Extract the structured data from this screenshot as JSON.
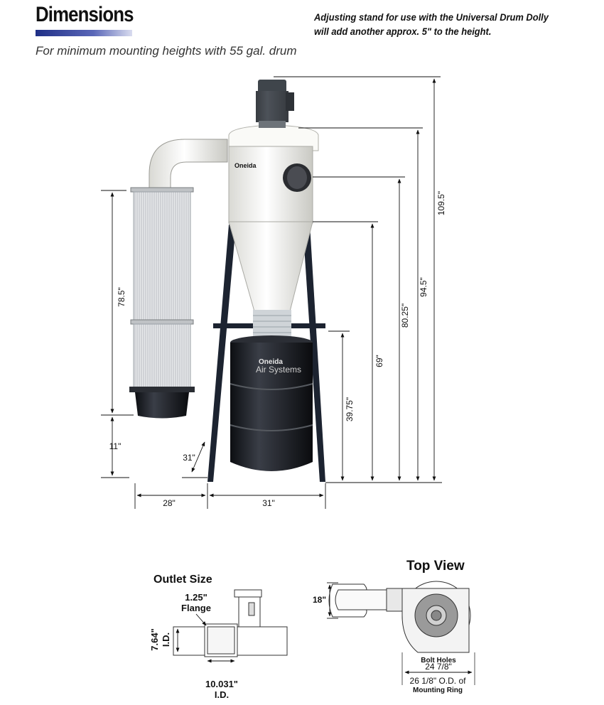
{
  "header": {
    "title": "Dimensions",
    "subtitle": "For minimum mounting heights with 55 gal. drum",
    "note": "Adjusting stand for use with the Universal Drum Dolly will add another approx. 5\" to the height."
  },
  "main_diagram": {
    "brand": "Oneida",
    "brand_sub": "Air Systems",
    "dimensions": {
      "filter_height": "78.5\"",
      "filter_base_height": "11\"",
      "stand_depth": "31\"",
      "filter_offset": "28\"",
      "stand_width": "31\"",
      "drum_top_height": "39.75\"",
      "cone_bottom_height": "69\"",
      "inlet_height": "80.25\"",
      "housing_top_height": "94.5\"",
      "overall_height": "109.5\""
    }
  },
  "outlet_diagram": {
    "title": "Outlet Size",
    "flange_value": "1.25\"",
    "flange_label": "Flange",
    "id_height_value": "7.64\"",
    "id_height_label": "I.D.",
    "id_width_value": "10.031\"",
    "id_width_label": "I.D."
  },
  "top_view": {
    "title": "Top View",
    "depth_label": "18\"",
    "bolt_holes_label": "Bolt Holes",
    "bolt_holes_value": "24 7/8\"",
    "od_value": "26 1/8\" O.D. of",
    "od_label": "Mounting Ring"
  },
  "colors": {
    "accent": "#1f2f86",
    "frame": "#1c2330",
    "housing": "#f2f2ee",
    "drum": "#14161c"
  }
}
